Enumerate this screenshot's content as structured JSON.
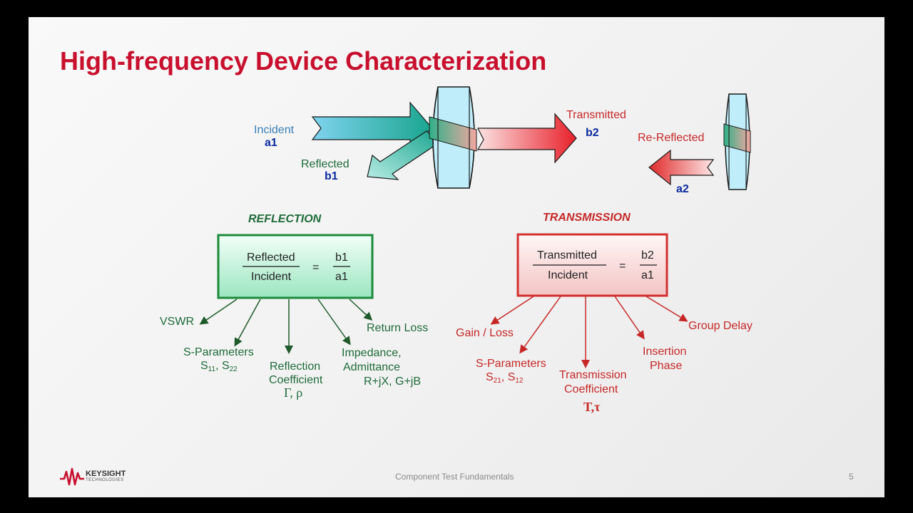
{
  "title": "High-frequency Device Characterization",
  "diagram": {
    "incident_label": "Incident",
    "a1": "a1",
    "reflected_label": "Reflected",
    "b1": "b1",
    "transmitted_label": "Transmitted",
    "b2": "b2",
    "rereflected_label": "Re-Reflected",
    "a2": "a2"
  },
  "reflection": {
    "header": "REFLECTION",
    "numerator": "Reflected",
    "denominator": "Incident",
    "equals": "=",
    "ratio_num": "b1",
    "ratio_den": "a1",
    "outputs": {
      "vswr": "VSWR",
      "sparams": "S-Parameters",
      "s11": "11",
      "s22": "22",
      "s_sep": ", S",
      "coef_line1": "Reflection",
      "coef_line2": "Coefficient",
      "coef_symbols": "Γ, ρ",
      "imp_line1": "Impedance,",
      "imp_line2": "Admittance",
      "imp_line3": "R+jX, G+jB",
      "return_loss": "Return Loss"
    }
  },
  "transmission": {
    "header": "TRANSMISSION",
    "numerator": "Transmitted",
    "denominator": "Incident",
    "equals": "=",
    "ratio_num": "b2",
    "ratio_den": "a1",
    "outputs": {
      "gain_loss": "Gain / Loss",
      "sparams": "S-Parameters",
      "s21": "21",
      "s12": "12",
      "s_sep": ", S",
      "coef_line1": "Transmission",
      "coef_line2": "Coefficient",
      "coef_symbols": "T,τ",
      "ins_line1": "Insertion",
      "ins_line2": "Phase",
      "group_delay": "Group Delay"
    }
  },
  "footer": {
    "logo_line1": "KEYSIGHT",
    "logo_line2": "TECHNOLOGIES",
    "center": "Component Test Fundamentals",
    "page": "5"
  },
  "colors": {
    "title": "#c8102e",
    "green": "#1f6b3a",
    "red": "#c62828",
    "navy": "#0b2aa0"
  }
}
